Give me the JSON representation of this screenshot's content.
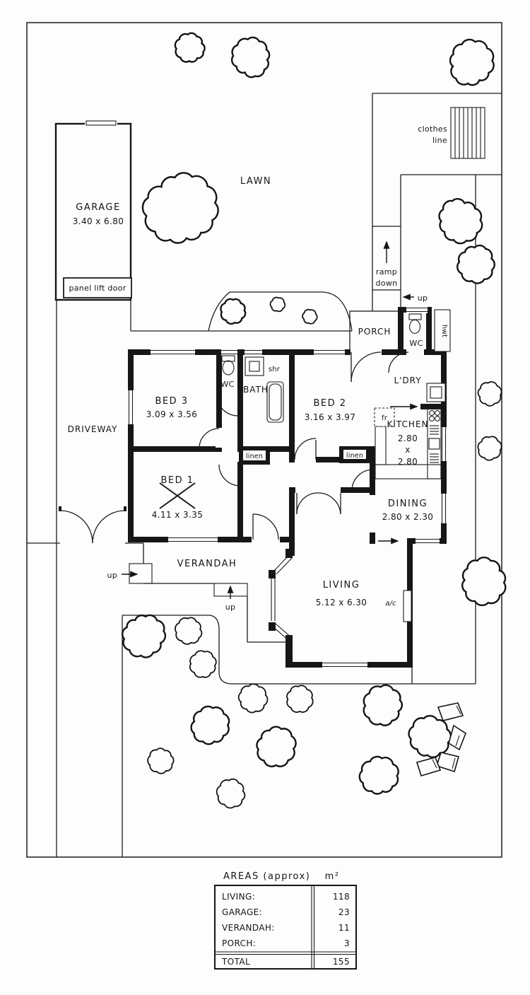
{
  "site": {
    "lawn": "LAWN",
    "driveway": "DRIVEWAY",
    "clothes_line": [
      "clothes",
      "line"
    ],
    "ramp": [
      "ramp",
      "down"
    ],
    "up_porch": "up",
    "up_verandah_side": "up",
    "up_verandah_front": "up"
  },
  "garage": {
    "name": "GARAGE",
    "dims": "3.40 x 6.80",
    "door_label": "panel lift door"
  },
  "rooms": {
    "bed1": {
      "name": "BED 1",
      "dims": "4.11 x 3.35"
    },
    "bed2": {
      "name": "BED 2",
      "dims": "3.16 x 3.97"
    },
    "bed3": {
      "name": "BED 3",
      "dims": "3.09 x 3.56"
    },
    "bath": {
      "name": "BATH"
    },
    "shower": {
      "name": "shr"
    },
    "wc_internal": {
      "name": "WC"
    },
    "wc_porch": {
      "name": "WC"
    },
    "laundry": {
      "name": "L'DRY"
    },
    "kitchen": {
      "name": "KITCHEN",
      "dims_lines": [
        "2.80",
        "x",
        "2.80"
      ]
    },
    "dining": {
      "name": "DINING",
      "dims": "2.80 x 2.30"
    },
    "living": {
      "name": "LIVING",
      "dims": "5.12 x 6.30"
    },
    "porch": {
      "name": "PORCH"
    },
    "verandah": {
      "name": "VERANDAH"
    },
    "linen_hall": "linen",
    "linen_bed2": "linen",
    "fridge": "fr",
    "hot_water": "hwt",
    "air_con": "a/c"
  },
  "areas_table": {
    "title": "AREAS (approx)",
    "unit": "m²",
    "rows": [
      [
        "LIVING:",
        "118"
      ],
      [
        "GARAGE:",
        "23"
      ],
      [
        "VERANDAH:",
        "11"
      ],
      [
        "PORCH:",
        "3"
      ]
    ],
    "total": [
      "TOTAL",
      "155"
    ]
  }
}
